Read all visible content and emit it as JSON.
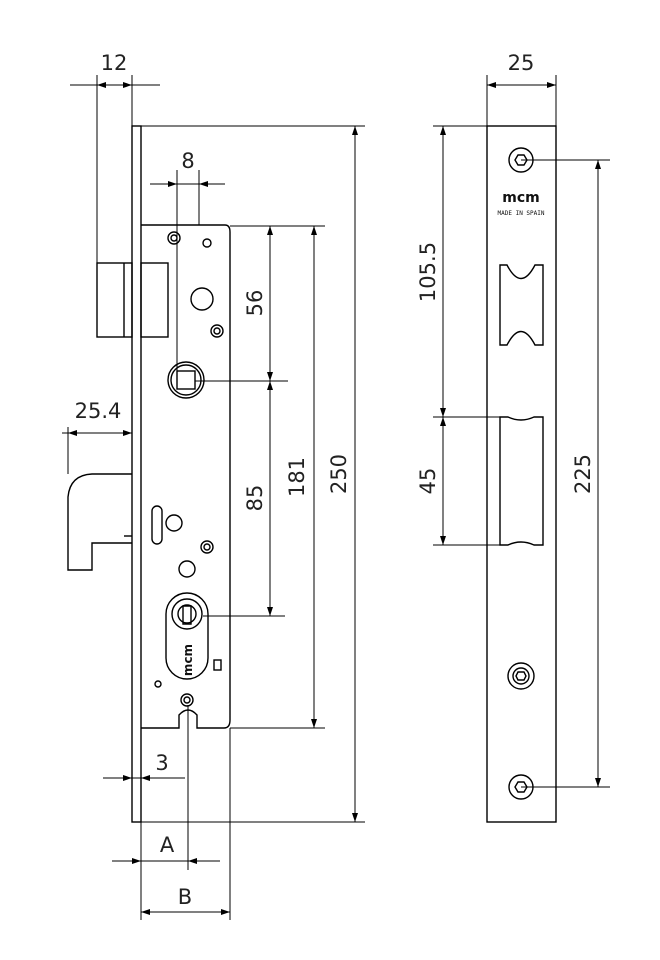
{
  "colors": {
    "line": "#000000",
    "background": "#ffffff"
  },
  "dimensions": {
    "d12": "12",
    "d8": "8",
    "d56": "56",
    "d85": "85",
    "d181": "181",
    "d250": "250",
    "d25_4": "25.4",
    "d3": "3",
    "a": "A",
    "b": "B",
    "d25": "25",
    "d105_5": "105.5",
    "d45": "45",
    "d225": "225"
  },
  "labels": {
    "brand_faceplate": "mcm",
    "made_in": "MADE IN SPAIN",
    "brand_cylinder": "mcm"
  }
}
